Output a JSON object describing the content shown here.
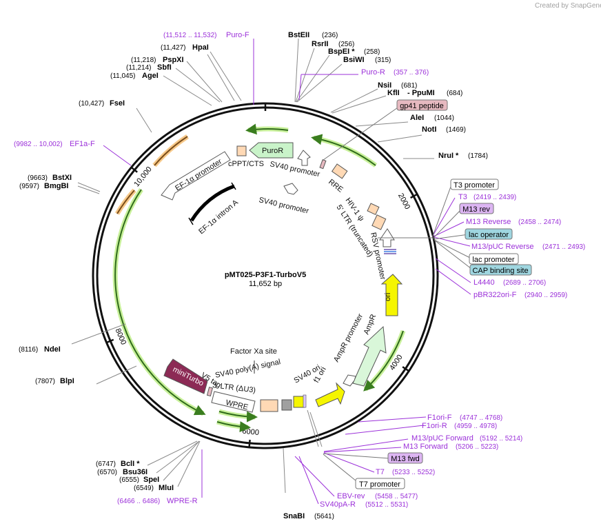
{
  "watermark": "Created by SnapGene",
  "plasmid": {
    "name": "pMT025-P3F1-TurboV5",
    "size": "11,652 bp",
    "total_bp": 11652
  },
  "ticks": [
    "2000",
    "4000",
    "6000",
    "8000",
    "10,000"
  ],
  "enzymes": [
    {
      "name": "BstEII",
      "pos": "(236)"
    },
    {
      "name": "RsrII",
      "pos": "(256)"
    },
    {
      "name": "BspEI *",
      "pos": "(258)"
    },
    {
      "name": "BsiWI",
      "pos": "(315)"
    },
    {
      "name": "NsiI",
      "pos": "(681)"
    },
    {
      "name": "KflI",
      "extra": "- PpuMI",
      "pos": "(684)"
    },
    {
      "name": "AleI",
      "pos": "(1044)"
    },
    {
      "name": "NotI",
      "pos": "(1469)"
    },
    {
      "name": "NruI *",
      "pos": "(1784)"
    },
    {
      "name": "SnaBI",
      "pos": "(5641)"
    },
    {
      "name": "MluI",
      "pos": "(6549)"
    },
    {
      "name": "SpeI",
      "pos": "(6555)"
    },
    {
      "name": "Bsu36I",
      "pos": "(6570)"
    },
    {
      "name": "BclI *",
      "pos": "(6747)"
    },
    {
      "name": "BlpI",
      "pos": "(7807)"
    },
    {
      "name": "NdeI",
      "pos": "(8116)"
    },
    {
      "name": "BmgBI",
      "pos": "(9597)"
    },
    {
      "name": "BstXI",
      "pos": "(9663)"
    },
    {
      "name": "FseI",
      "pos": "(10,427)"
    },
    {
      "name": "AgeI",
      "pos": "(11,045)"
    },
    {
      "name": "SbfI",
      "pos": "(11,214)"
    },
    {
      "name": "PspXI",
      "pos": "(11,218)"
    },
    {
      "name": "HpaI",
      "pos": "(11,427)"
    }
  ],
  "primers": [
    {
      "name": "Puro-F",
      "range": "(11,512 .. 11,532)"
    },
    {
      "name": "Puro-R",
      "range": "(357 .. 376)"
    },
    {
      "name": "T3",
      "range": "(2419 .. 2439)"
    },
    {
      "name": "M13 Reverse",
      "range": "(2458 .. 2474)"
    },
    {
      "name": "M13/pUC Reverse",
      "range": "(2471 .. 2493)"
    },
    {
      "name": "L4440",
      "range": "(2689 .. 2706)"
    },
    {
      "name": "pBR322ori-F",
      "range": "(2940 .. 2959)"
    },
    {
      "name": "F1ori-F",
      "range": "(4747 .. 4768)"
    },
    {
      "name": "F1ori-R",
      "range": "(4959 .. 4978)"
    },
    {
      "name": "M13/pUC Forward",
      "range": "(5192 .. 5214)"
    },
    {
      "name": "M13 Forward",
      "range": "(5206 .. 5223)"
    },
    {
      "name": "T7",
      "range": "(5233 .. 5252)"
    },
    {
      "name": "EBV-rev",
      "range": "(5458 .. 5477)"
    },
    {
      "name": "SV40pA-R",
      "range": "(5512 .. 5531)"
    },
    {
      "name": "WPRE-R",
      "range": "(6466 .. 6486)"
    },
    {
      "name": "EF1a-F",
      "range": "(9982 .. 10,002)"
    }
  ],
  "boxed": {
    "gp41": "gp41 peptide",
    "t3_promoter": "T3 promoter",
    "m13_rev": "M13 rev",
    "lac_operator": "lac operator",
    "lac_promoter": "lac promoter",
    "cap_site": "CAP binding site",
    "m13_fwd": "M13 fwd",
    "t7_promoter": "T7 promoter"
  },
  "features": {
    "puroR": "PuroR",
    "cppt": "cPPT/CTS",
    "sv40_promoter_top": "SV40 promoter",
    "sv40_promoter_inner": "SV40 promoter",
    "ef1a_promoter": "EF-1α promoter",
    "ef1a_intron": "EF-1α intron A",
    "rre": "RRE",
    "hiv_psi": "HIV-1 ψ",
    "ltr5": "5' LTR (truncated)",
    "rsv": "RSV promoter",
    "ori": "ori",
    "ampr": "AmpR",
    "ampr_promoter": "AmpR promoter",
    "f1_ori": "f1 ori",
    "sv40_ori": "SV40 ori",
    "ltr3": "3' LTR (ΔU3)",
    "sv40_polya": "SV40 poly(A) signal",
    "wpre": "WPRE",
    "v5": "V5 tag",
    "miniturbo": "miniTurbo",
    "factor_xa": "Factor Xa site"
  },
  "colors": {
    "enzyme": "#000000",
    "primer": "#9b30d9",
    "orf": "#3a7d1f",
    "orf_glow": "#c8f09a",
    "ori": "#f5f500",
    "promoter": "#ffffff",
    "ltr": "#ffd9b5",
    "miniturbo": "#8c2a55",
    "puro": "#c9f3c9",
    "box_purple": "#dcb5f2",
    "box_blue": "#9fd6e0",
    "box_pink": "#e6b9c0"
  }
}
